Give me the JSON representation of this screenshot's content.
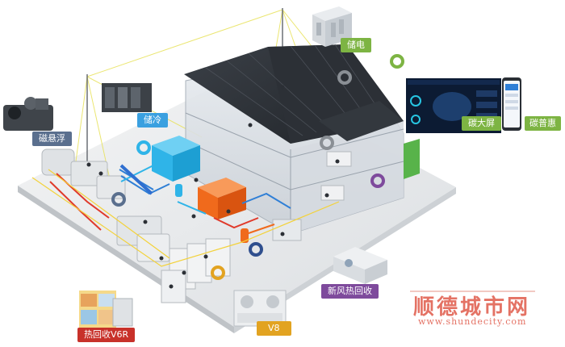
{
  "labels": {
    "storage_power": "储电",
    "cold_storage": "储冷",
    "maglev": "磁悬浮",
    "carbon_screen": "碳大屏",
    "carbon_app": "碳普惠",
    "fresh_air": "新风热回收",
    "heat_recovery": "热回收V6R",
    "v8": "V8"
  },
  "watermark": {
    "title": "顺德城市网",
    "url": "www.shundecity.com"
  },
  "colors": {
    "label_green": "#7db443",
    "label_blue": "#3aa0e0",
    "label_slate": "#5a6f8e",
    "label_purple": "#7e4a9c",
    "label_red": "#c8312a",
    "label_gold": "#e2a321",
    "roof": "#2f3339",
    "tank_cyan": "#2fb4e8",
    "tank_orange": "#f06a1c"
  }
}
